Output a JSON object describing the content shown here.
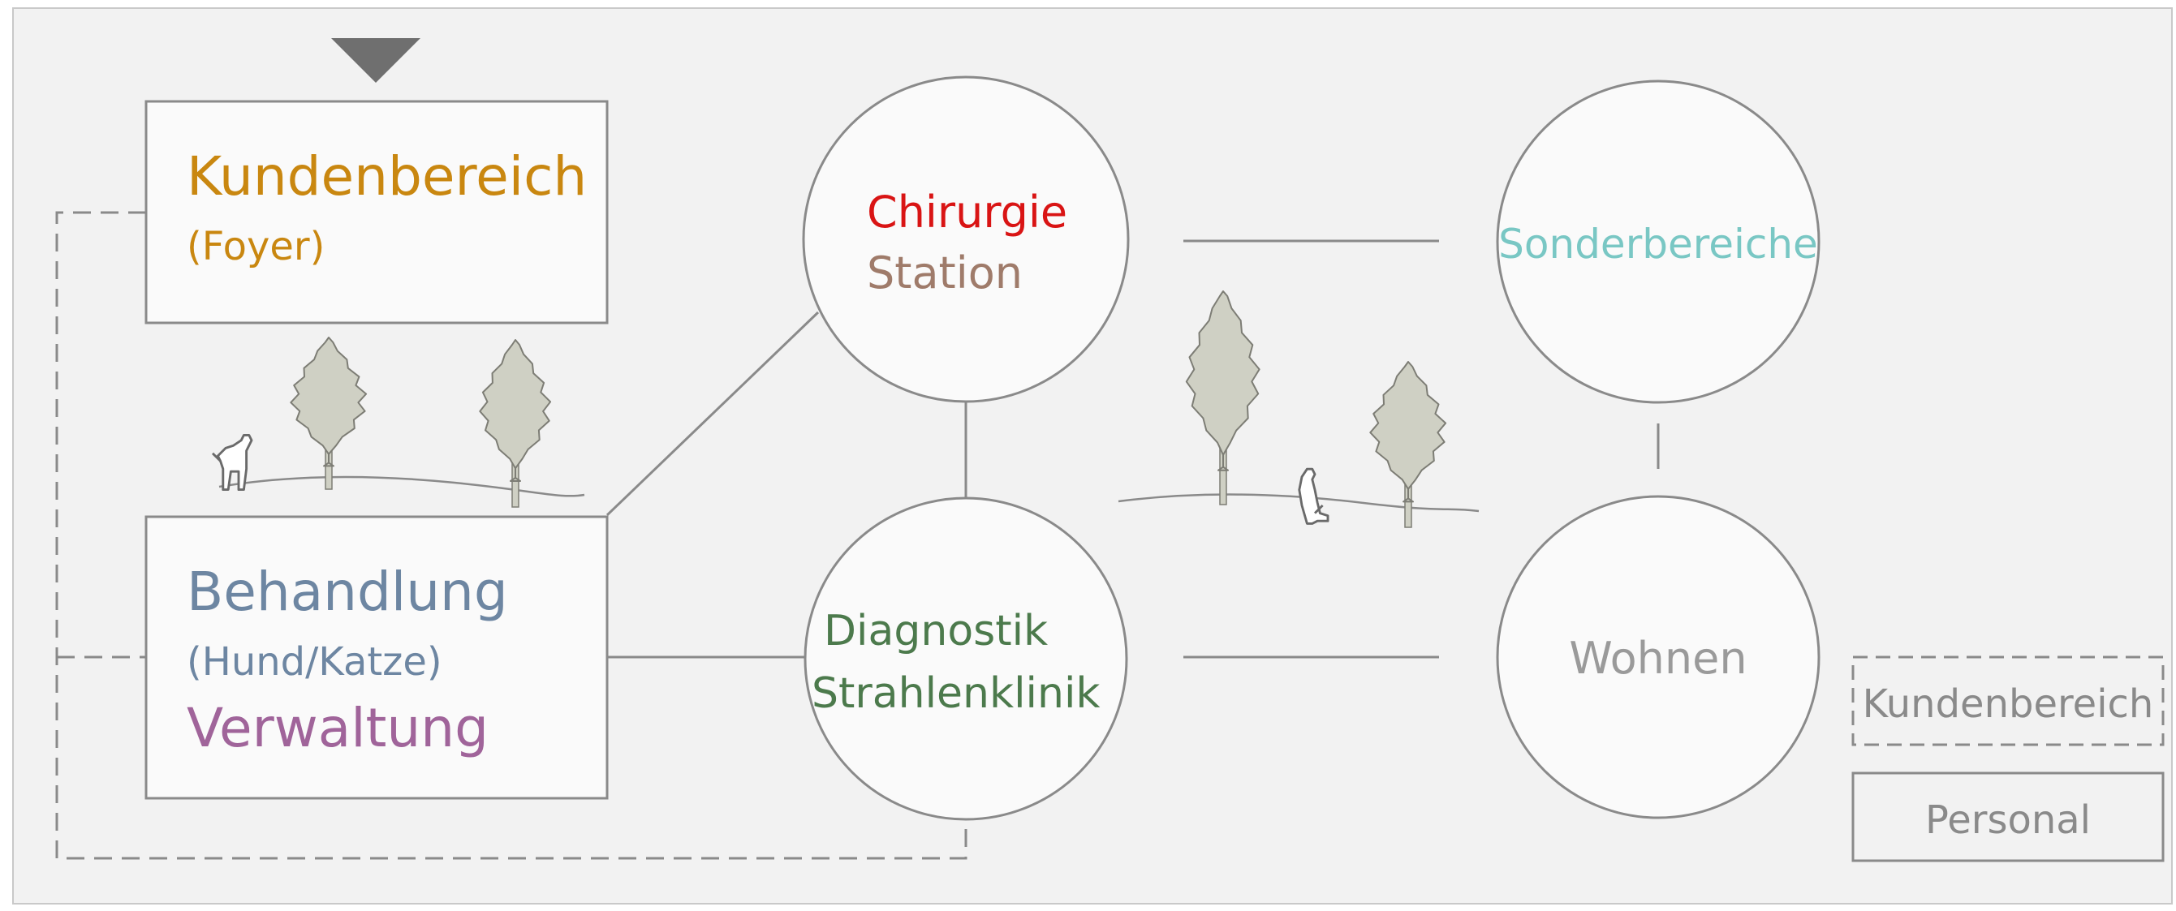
{
  "colors": {
    "panel_bg": "#f2f2f2",
    "panel_border": "#c9c9c9",
    "line": "#8a8a8a",
    "shape_fill": "#fafafa",
    "tree_fill": "#cfd0c4",
    "tree_stroke": "#7d7d75",
    "kundenbereich": "#c98710",
    "behandlung": "#6d86a2",
    "verwaltung": "#a0649a",
    "chirurgie": "#d91414",
    "station": "#9f7b6a",
    "diagnostik": "#4c7a4c",
    "sonderbereiche": "#79c7c4",
    "wohnen": "#9a9a9a",
    "legend_text": "#8a8a8a"
  },
  "icons": {
    "entry_marker": "triangle-down-icon",
    "trees": "tree-icon",
    "dogs": "dog-icon"
  },
  "boxes": {
    "kundenbereich": {
      "title": "Kundenbereich",
      "subtitle": "(Foyer)"
    },
    "behandlung": {
      "title": "Behandlung",
      "subtitle": "(Hund/Katze)",
      "extra": "Verwaltung"
    }
  },
  "circles": {
    "chirurgie": {
      "line1": "Chirurgie",
      "line2": "Station"
    },
    "diagnostik": {
      "line1": "Diagnostik",
      "line2": "Strahlenklinik"
    },
    "sonderbereiche": {
      "label": "Sonderbereiche"
    },
    "wohnen": {
      "label": "Wohnen"
    }
  },
  "legend": {
    "dashed": "Kundenbereich",
    "solid": "Personal"
  }
}
